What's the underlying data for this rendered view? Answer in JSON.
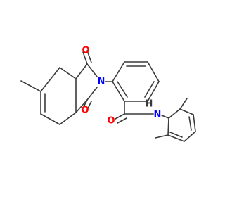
{
  "molecule": {
    "atoms": {
      "O_top": "O",
      "O_bottom": "O",
      "N_imide": "N",
      "O_amide": "O",
      "N_amide": "N",
      "H_amide": "H"
    },
    "colors": {
      "bond": "#3a3a3a",
      "oxygen": "#ff0000",
      "nitrogen": "#0000ff",
      "hydrogen": "#3a3a3a"
    }
  }
}
